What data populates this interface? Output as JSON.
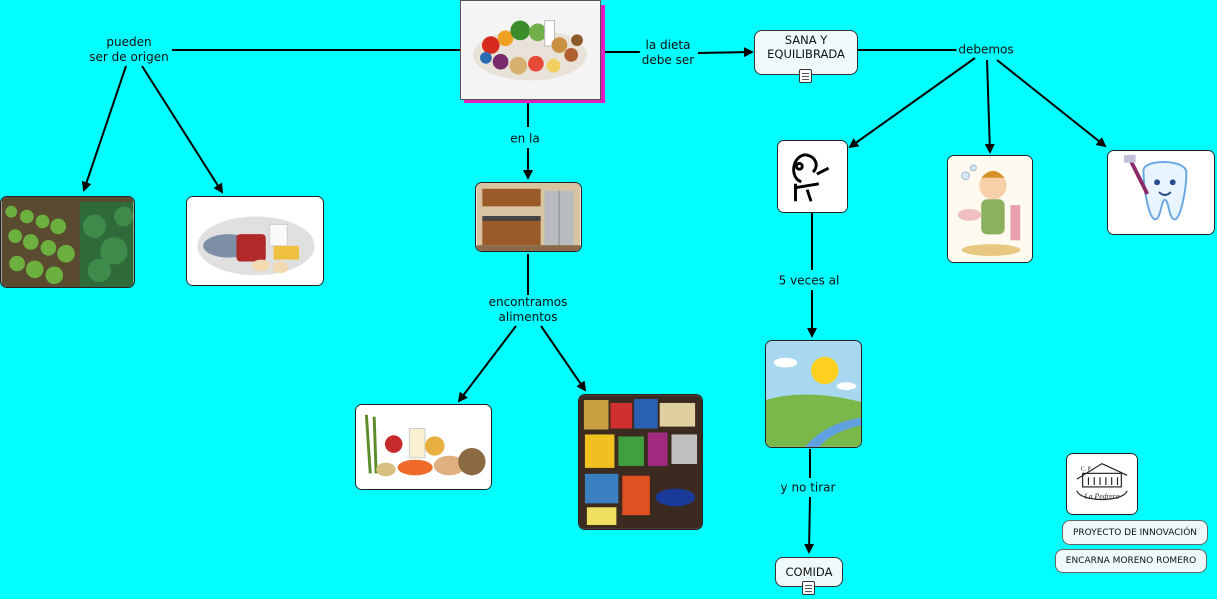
{
  "nodes": {
    "sana": "SANA Y\nEQUILIBRADA",
    "comida": "COMIDA",
    "proyecto": "PROYECTO DE INNOVACIÓN",
    "autora": "ENCARNA MORENO ROMERO",
    "logo_top": "C. P.",
    "logo_name": "La Pedrera"
  },
  "links": {
    "pueden": "pueden\nser de origen",
    "dieta": "la dieta\ndebe ser",
    "debemos": "debemos",
    "en_la": "en la",
    "encontramos": "encontramos\nalimentos",
    "veces": "5 veces al",
    "no_tirar": "y no tirar"
  },
  "colors": {
    "background": "#00ffff",
    "node_fill": "#ffffff",
    "line": "#000000",
    "highlight_shadow": "#e020c0"
  },
  "icons": {
    "sana": "document-icon",
    "comida": "document-icon"
  }
}
